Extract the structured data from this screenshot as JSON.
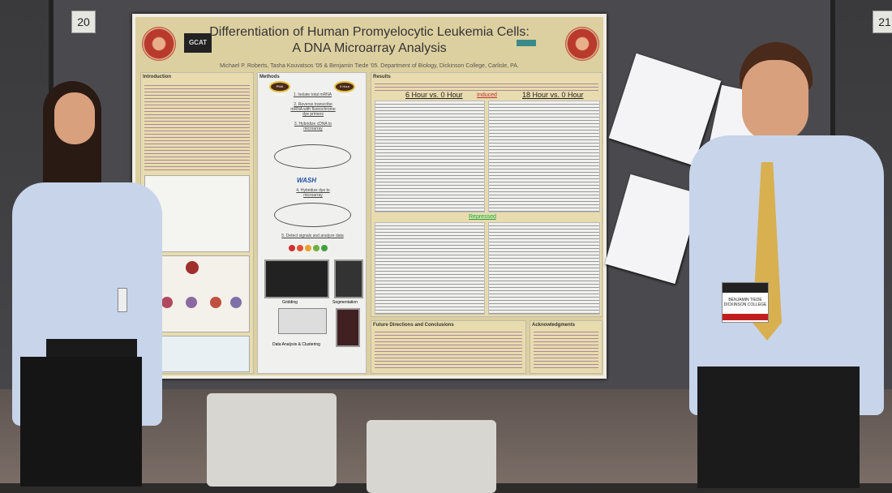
{
  "scene": {
    "board_numbers": [
      "20",
      "21"
    ]
  },
  "poster": {
    "title_line1": "Differentiation of Human Promyelocytic Leukemia Cells:",
    "title_line2": "A DNA Microarray Analysis",
    "authors": "Michael P. Roberts, Tasha Kouvatsos '05 & Benjamin Tiede '05. Department of Biology, Dickinson College, Carlisle, PA.",
    "logo_left": "DICKINSON COLLEGE",
    "logo_right": "DICKINSON COLLEGE",
    "logo_gcat": "GCAT",
    "sections": {
      "introduction": "Introduction",
      "methods": "Methods",
      "results": "Results",
      "future": "Future Directions and Conclusions",
      "acknowledgments": "Acknowledgments"
    },
    "results_headers": {
      "left": "6 Hour vs. 0 Hour",
      "middle": "Induced",
      "right": "18 Hour vs. 0 Hour",
      "repressed": "Repressed"
    },
    "methods_steps": [
      "1. Isolate total mRNA",
      "2. Reverse transcribe mRNA with fluorochrome dye primers",
      "3. Hybridize cDNA to microarray",
      "4. Hybridize dye to microarray",
      "5. Detect signals and analyze data"
    ],
    "methods_labels": {
      "wash": "WASH",
      "gridding": "Gridding",
      "segmentation": "Segmentation",
      "data_analysis": "Data Analysis & Clustering",
      "pma": "PMA Treated",
      "control": "0 Hour Control"
    }
  },
  "badge": {
    "name": "BENJAMIN TIEDE",
    "affiliation": "DICKINSON COLLEGE"
  }
}
